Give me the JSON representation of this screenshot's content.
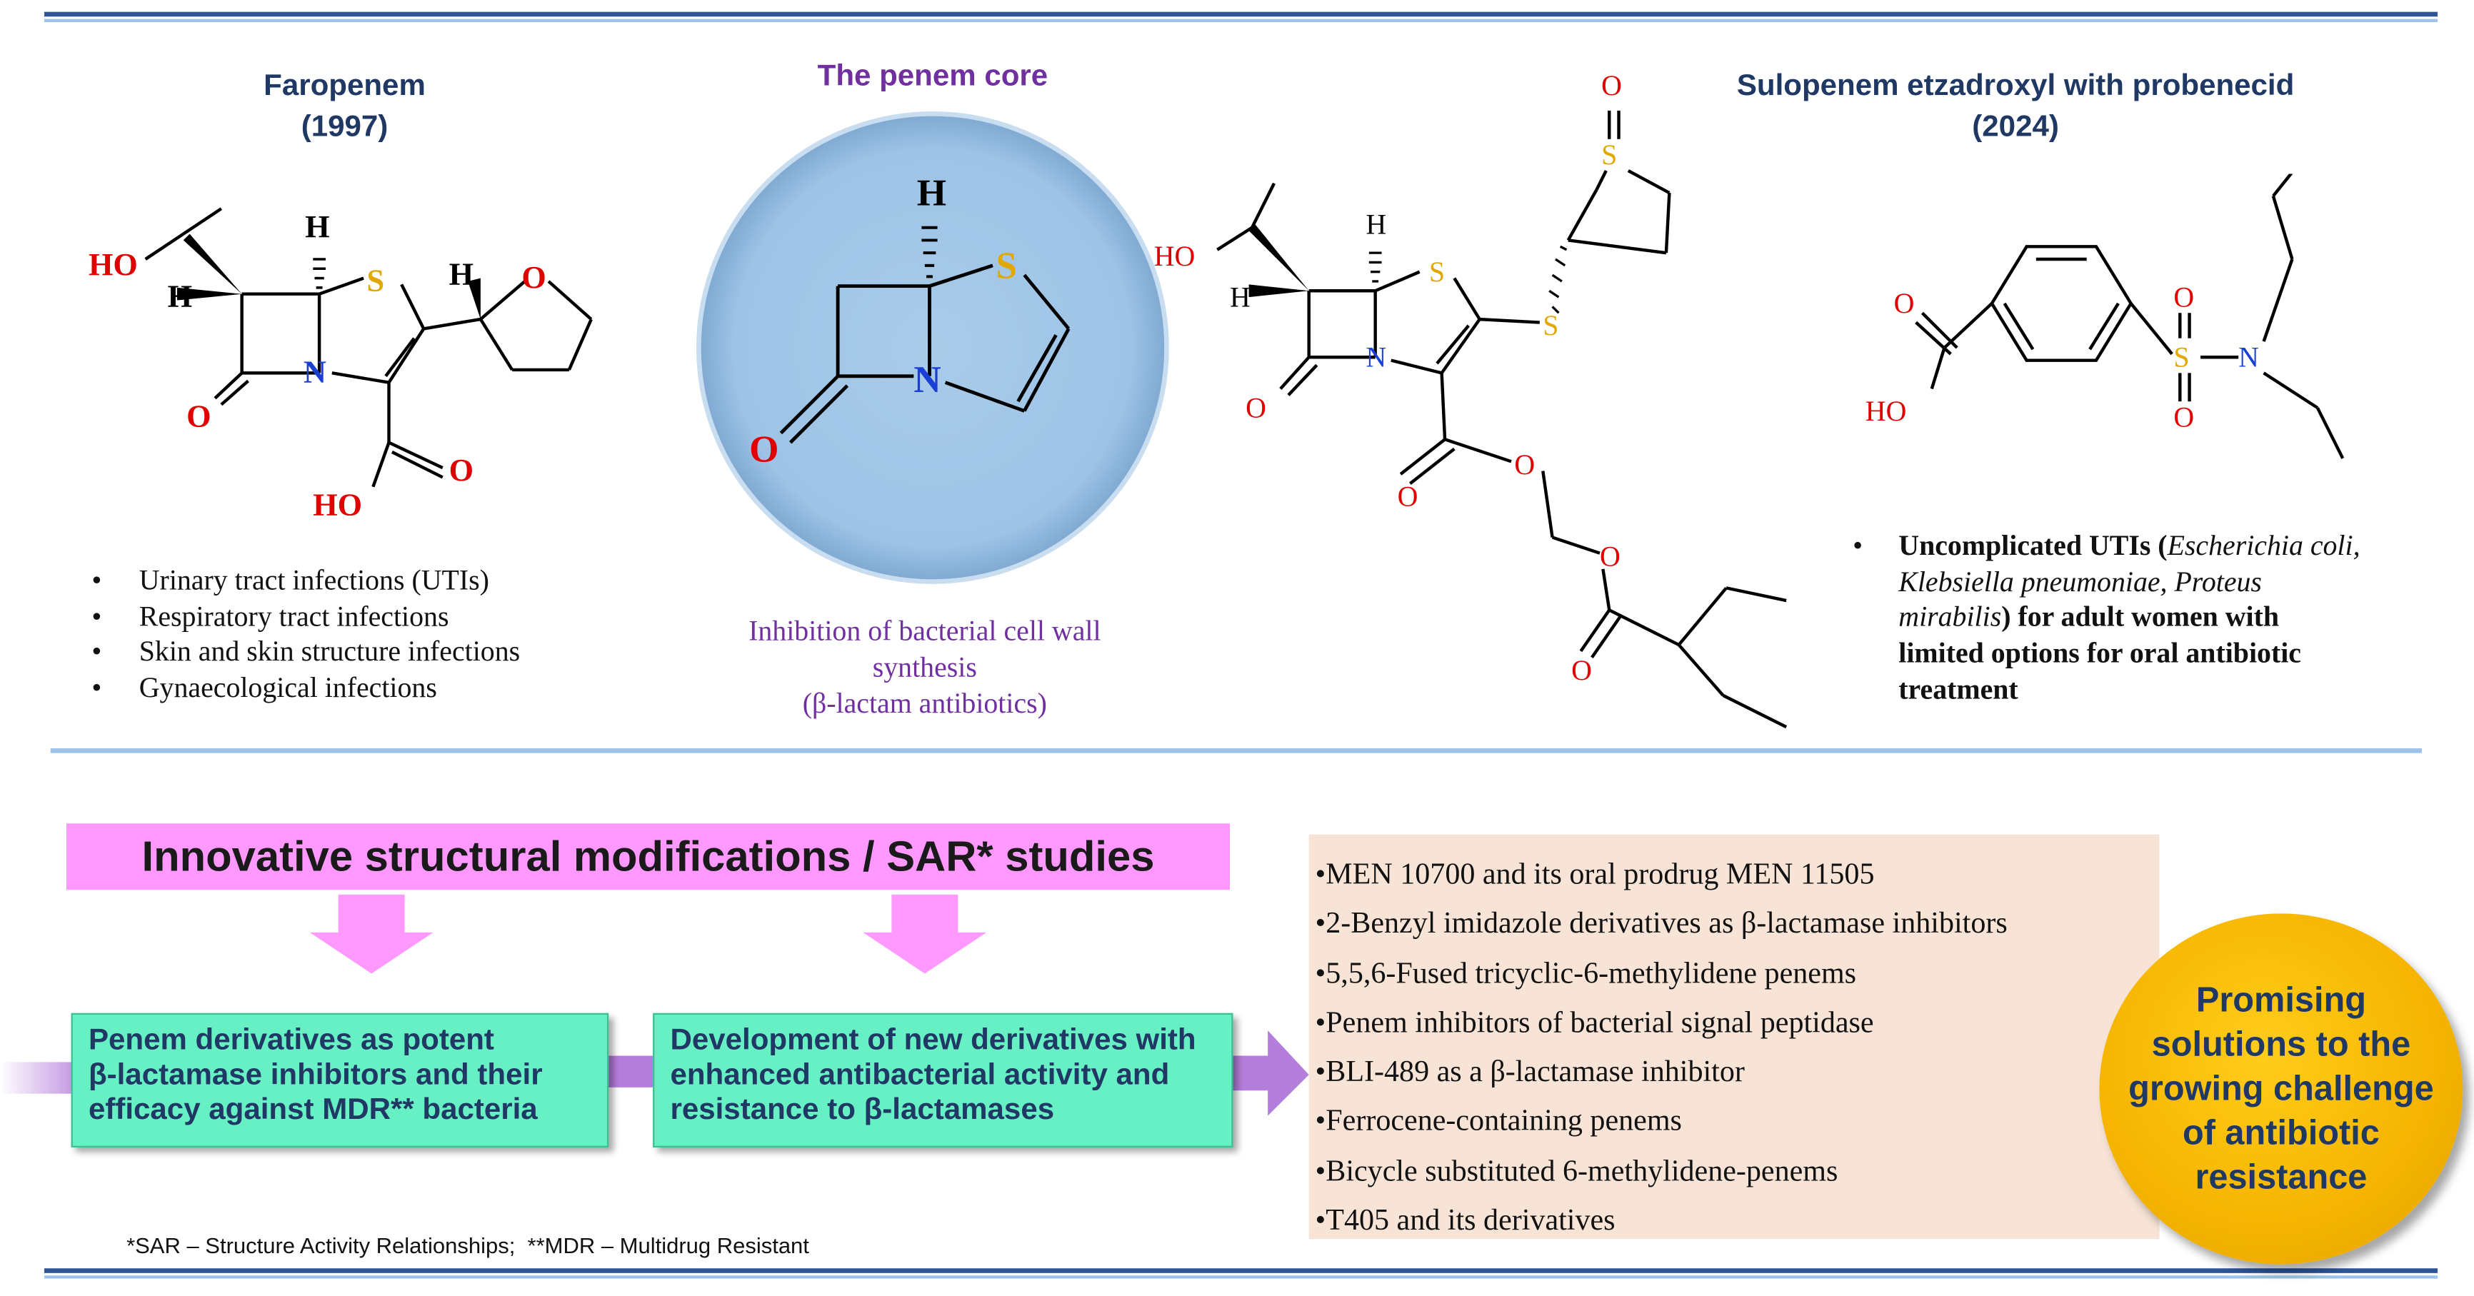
{
  "faropenem": {
    "name": "Faropenem",
    "year": "(1997)"
  },
  "penem_core": {
    "title": "The penem core",
    "mechanism": [
      "Inhibition of bacterial cell wall",
      "synthesis",
      "(β-lactam antibiotics)"
    ]
  },
  "sulopenem": {
    "name": "Sulopenem etzadroxyl with probenecid",
    "year": "(2024)"
  },
  "faropenem_uses": [
    "Urinary tract infections (UTIs)",
    "Respiratory tract infections",
    "Skin and skin structure infections",
    "Gynaecological infections"
  ],
  "sulopenem_use": {
    "lines": [
      [
        "Uncomplicated UTIs (",
        "Escherichia coli,"
      ],
      [
        "Klebsiella pneumoniae, Proteus"
      ],
      [
        "mirabilis",
        ") for adult women with"
      ],
      [
        "limited options for oral antibiotic"
      ],
      [
        "treatment"
      ]
    ]
  },
  "atoms": {
    "HO": "HO",
    "H": "H",
    "S": "S",
    "N": "N",
    "O": "O"
  },
  "banner": "Innovative structural modifications / SAR* studies",
  "box_left": [
    "Penem derivatives as potent",
    "β-lactamase inhibitors and their",
    "efficacy against MDR** bacteria"
  ],
  "box_middle": [
    "Development of new derivatives with",
    "enhanced antibacterial activity and",
    "resistance to β-lactamases"
  ],
  "research_list": [
    "•MEN 10700 and its oral prodrug MEN 11505",
    "•2-Benzyl imidazole derivatives as β-lactamase inhibitors",
    "•5,5,6-Fused tricyclic-6-methylidene penems",
    "•Penem inhibitors of bacterial signal peptidase",
    "•BLI-489 as a β-lactamase inhibitor",
    "•Ferrocene-containing penems",
    "•Bicycle substituted 6-methylidene-penems",
    "•T405 and its derivatives"
  ],
  "conclusion": [
    "Promising",
    "solutions to the",
    "growing challenge",
    "of antibiotic",
    "resistance"
  ],
  "footnote": "*SAR – Structure Activity Relationships;  **MDR – Multidrug Resistant",
  "colors": {
    "navy": "#1f3864",
    "purple": "#7030a0",
    "pink": "#ff99ff",
    "green": "#66f0c4",
    "peach": "#f8e4d6",
    "yellow": "#f5b400",
    "arrow": "#b57edc",
    "atom_O": "#e00000",
    "atom_N": "#1a3fd4",
    "atom_S": "#e0a800",
    "core_circle": "#9dc3e6"
  }
}
